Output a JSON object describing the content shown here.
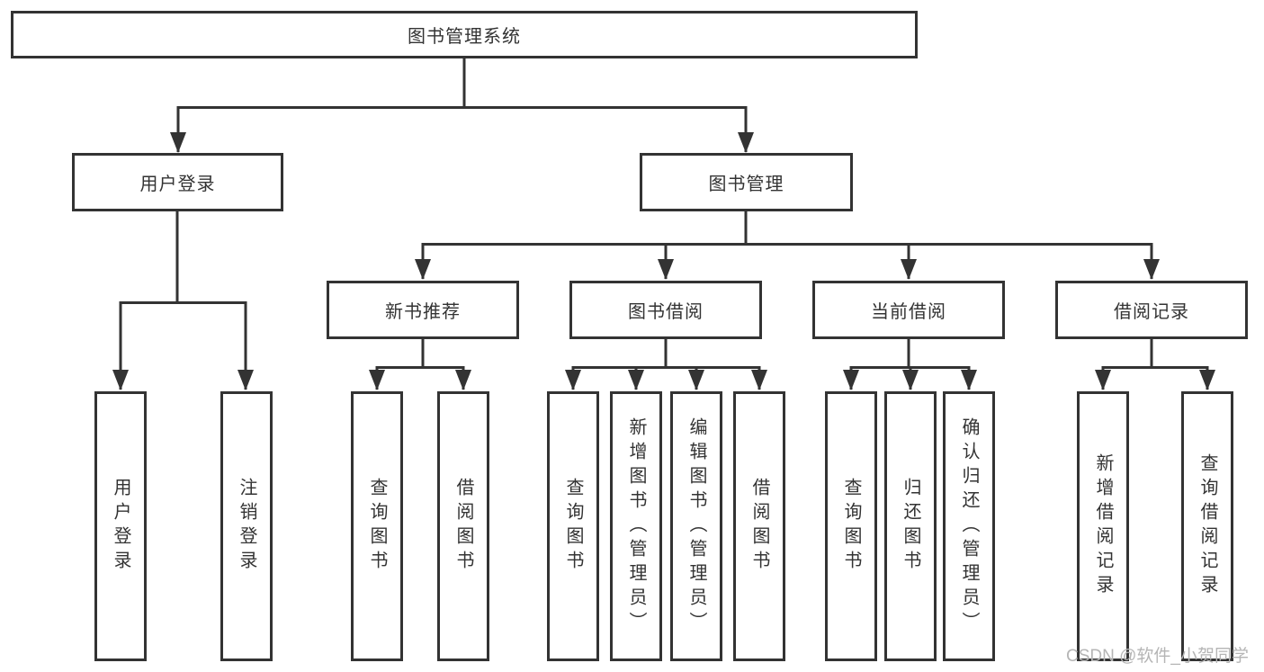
{
  "diagram": {
    "type": "functional-structure-tree",
    "colors": {
      "line": "#333333",
      "box_border": "#333333",
      "text": "#333333",
      "background": "#ffffff",
      "watermark_text": "#b5b5b5"
    },
    "watermark": "CSDN @软件_小贺同学"
  },
  "tree": {
    "root": "图书管理系统",
    "branches": [
      {
        "label": "用户登录",
        "leaves": [
          "用户登录",
          "注销登录"
        ]
      },
      {
        "label": "图书管理",
        "groups": [
          {
            "label": "新书推荐",
            "leaves": [
              "查询图书",
              "借阅图书"
            ]
          },
          {
            "label": "图书借阅",
            "leaves": [
              "查询图书",
              "新增图书（管理员）",
              "编辑图书（管理员）",
              "借阅图书"
            ]
          },
          {
            "label": "当前借阅",
            "leaves": [
              "查询图书",
              "归还图书",
              "确认归还（管理员）"
            ]
          },
          {
            "label": "借阅记录",
            "leaves": [
              "新增借阅记录",
              "查询借阅记录"
            ]
          }
        ]
      }
    ]
  }
}
